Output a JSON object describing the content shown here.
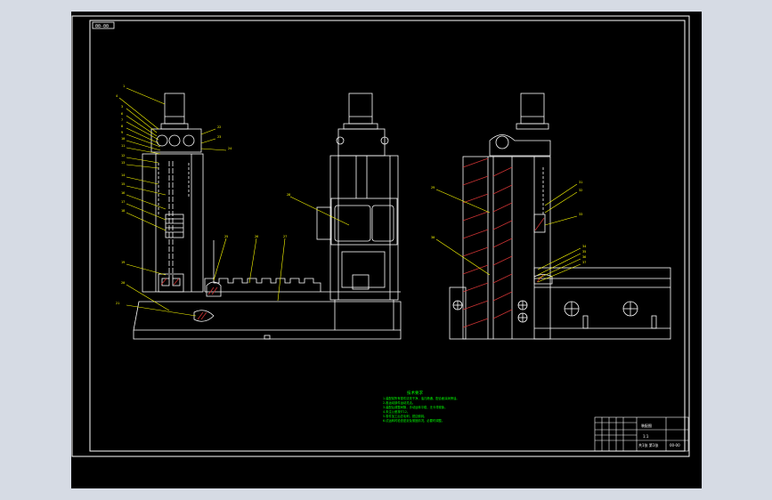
{
  "drawing": {
    "corner_tag": "00-00",
    "colors": {
      "background": "#000000",
      "outline": "#ffffff",
      "leader": "#ffff00",
      "notes": "#00ff00",
      "app_frame": "#d6dbe4"
    },
    "tech_notes": {
      "title": "技术要求",
      "lines": [
        "1.装配前所有零件清洗干净，油孔畅通，配合面涂润滑油。",
        "2.各运动部件运动灵活。",
        "3.装配后调整间隙，手动运转平稳，无卡滞现象。",
        "4.未注公差按IT12。",
        "5.零件加工后去毛刺，锐边倒钝。",
        "6.试运转时检查密封及紧固情况，必要时调整。"
      ]
    },
    "title_block": {
      "name": "装配图",
      "scale": "1:1",
      "sheet": "共1张 第1张",
      "code": "00-00"
    }
  }
}
